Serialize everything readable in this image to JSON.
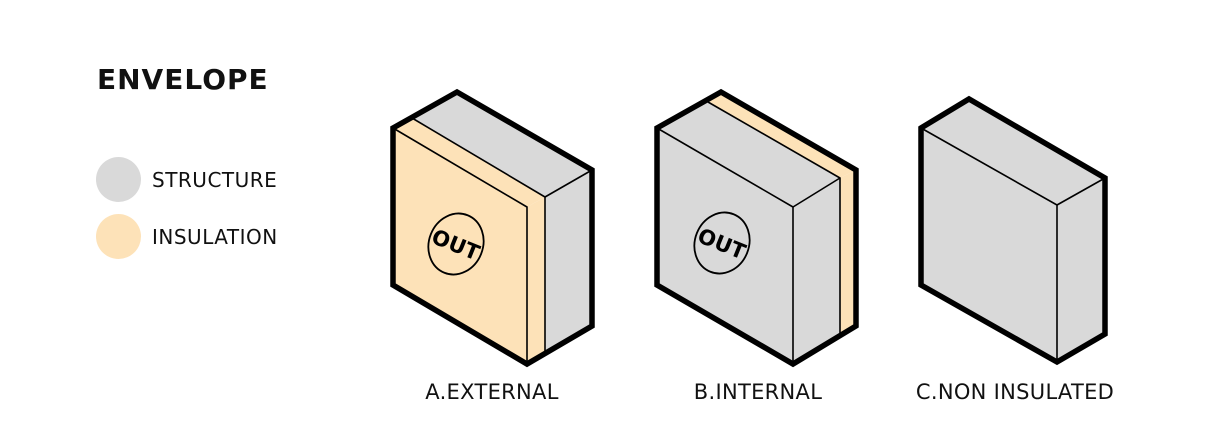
{
  "title": "ENVELOPE",
  "legend": [
    {
      "label": "STRUCTURE",
      "color": "#d9d9d9"
    },
    {
      "label": "INSULATION",
      "color": "#fde2b8"
    }
  ],
  "colors": {
    "structure": "#d9d9d9",
    "insulation": "#fde2b8",
    "outline": "#000000"
  },
  "boxes": [
    {
      "label": "A.EXTERNAL",
      "badge": "OUT"
    },
    {
      "label": "B.INTERNAL",
      "badge": "OUT"
    },
    {
      "label": "C.NON INSULATED"
    }
  ]
}
